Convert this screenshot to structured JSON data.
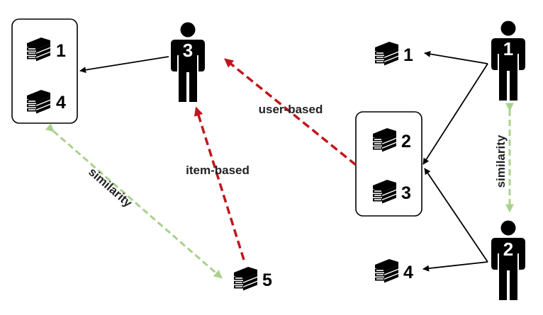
{
  "users": [
    {
      "id": "u3",
      "num": "3"
    },
    {
      "id": "u1",
      "num": "1"
    },
    {
      "id": "u2",
      "num": "2"
    }
  ],
  "books": [
    {
      "id": "b-left-1",
      "num": "1"
    },
    {
      "id": "b-left-4",
      "num": "4"
    },
    {
      "id": "b-right-1",
      "num": "1"
    },
    {
      "id": "b-box-2",
      "num": "2"
    },
    {
      "id": "b-box-3",
      "num": "3"
    },
    {
      "id": "b-right-4",
      "num": "4"
    },
    {
      "id": "b-bottom-5",
      "num": "5"
    }
  ],
  "labels": {
    "user_based": "user-based",
    "item_based": "item-based",
    "similarity_items": "similarity",
    "similarity_users": "similarity"
  },
  "colors": {
    "red_dashed": "#c0161b",
    "green_dashed": "#a9d18e",
    "black": "#000000"
  },
  "icons": {
    "user": "person-icon",
    "item": "book-stack-icon"
  }
}
